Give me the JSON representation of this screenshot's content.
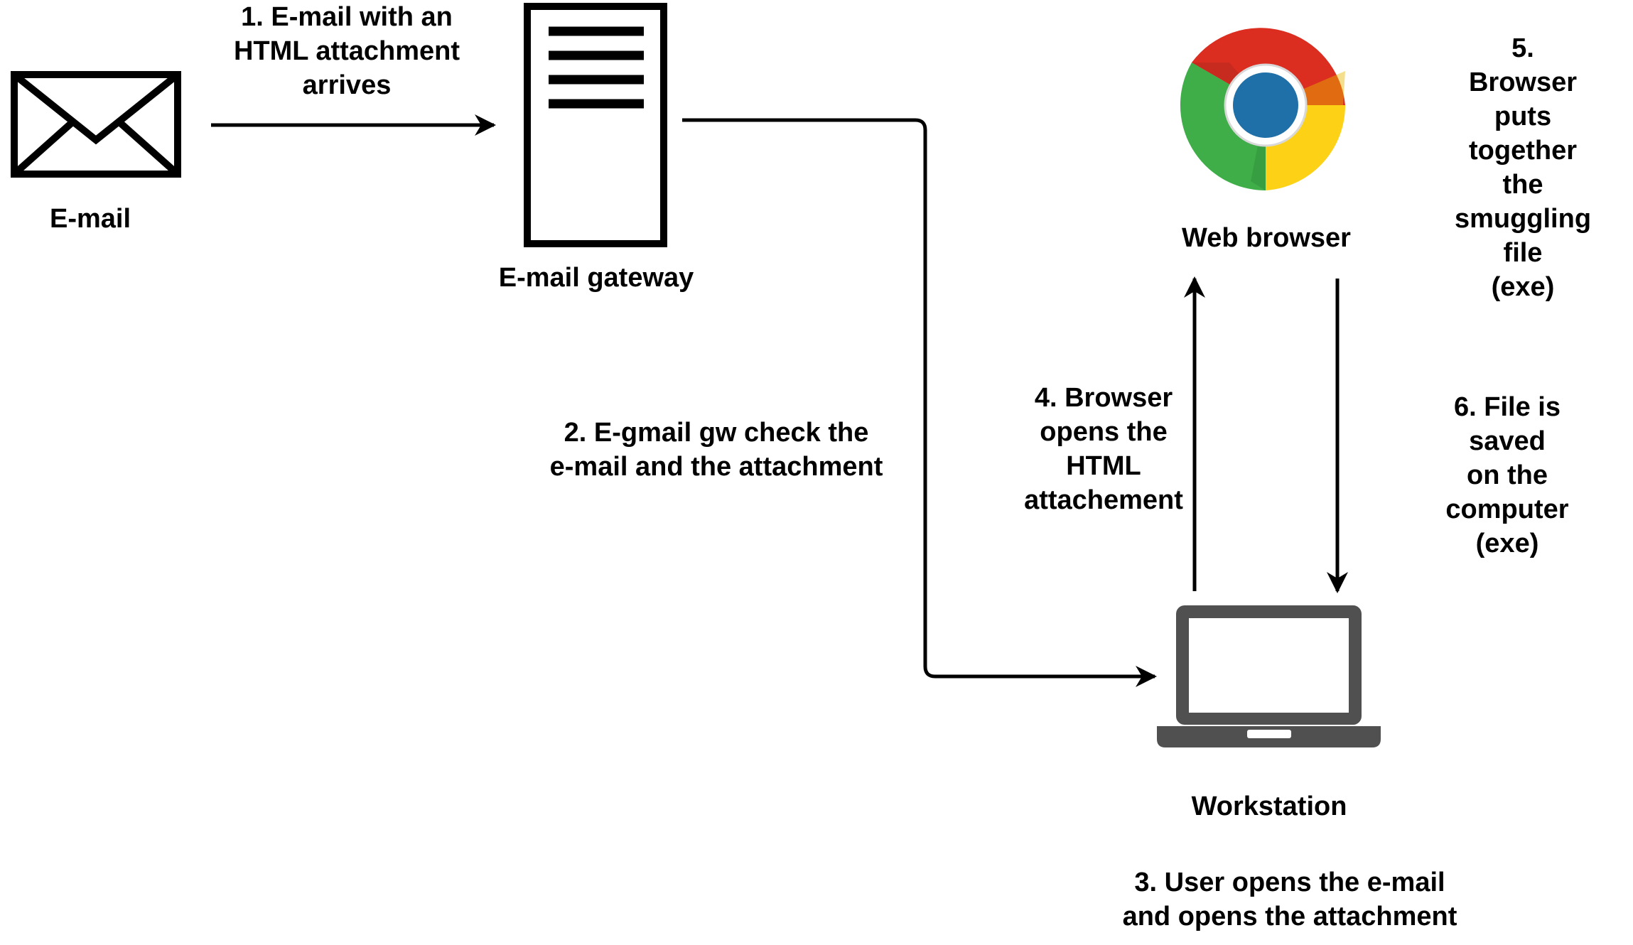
{
  "nodes": {
    "email": {
      "label": "E-mail",
      "icon": "envelope-icon"
    },
    "gateway": {
      "label": "E-mail gateway",
      "icon": "server-icon"
    },
    "browser": {
      "label": "Web browser",
      "icon": "chrome-icon"
    },
    "workstation": {
      "label": "Workstation",
      "icon": "laptop-icon"
    }
  },
  "steps": {
    "step1": "1. E-mail with an\nHTML attachment\narrives",
    "step2": "2. E-gmail gw check the\ne-mail and the attachment",
    "step3": "3. User opens the e-mail\nand opens the attachment",
    "step4": "4. Browser\nopens the\nHTML\nattachement",
    "step5": "5. Browser puts\ntogether the\nsmuggling file\n(exe)",
    "step6": "6. File is saved\non the computer\n(exe)"
  },
  "colors": {
    "line": "#000000",
    "laptop": "#505050",
    "chrome_red": "#DB2D20",
    "chrome_yellow": "#FCD116",
    "chrome_green": "#3FAE49",
    "chrome_blue": "#1F6FA8"
  }
}
